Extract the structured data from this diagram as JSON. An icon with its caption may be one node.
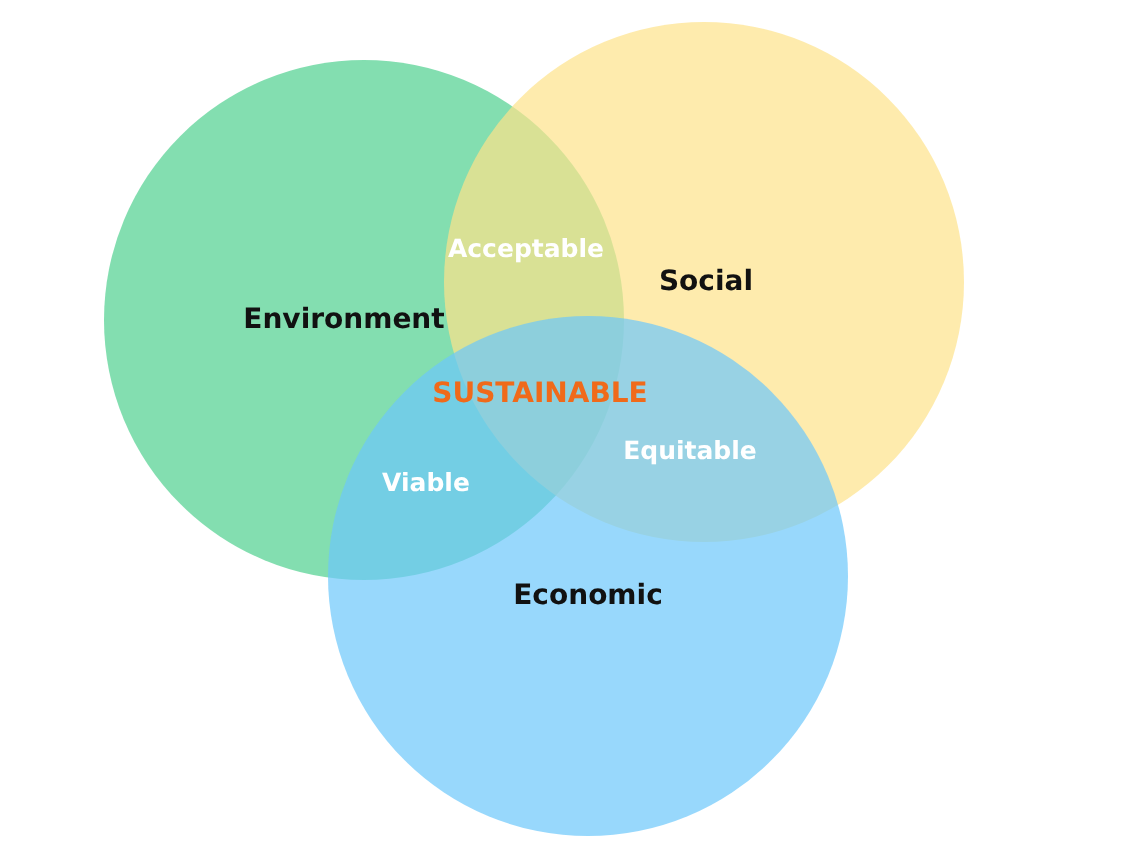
{
  "diagram": {
    "nodes": [
      {
        "text": [
          "Environment"
        ]
      },
      {
        "text": [
          "Social"
        ]
      },
      {
        "text": [
          "Economic"
        ]
      }
    ],
    "labels": [
      "Acceptable",
      "SUSTAINABLE",
      "Viable",
      "Equitable"
    ]
  }
}
